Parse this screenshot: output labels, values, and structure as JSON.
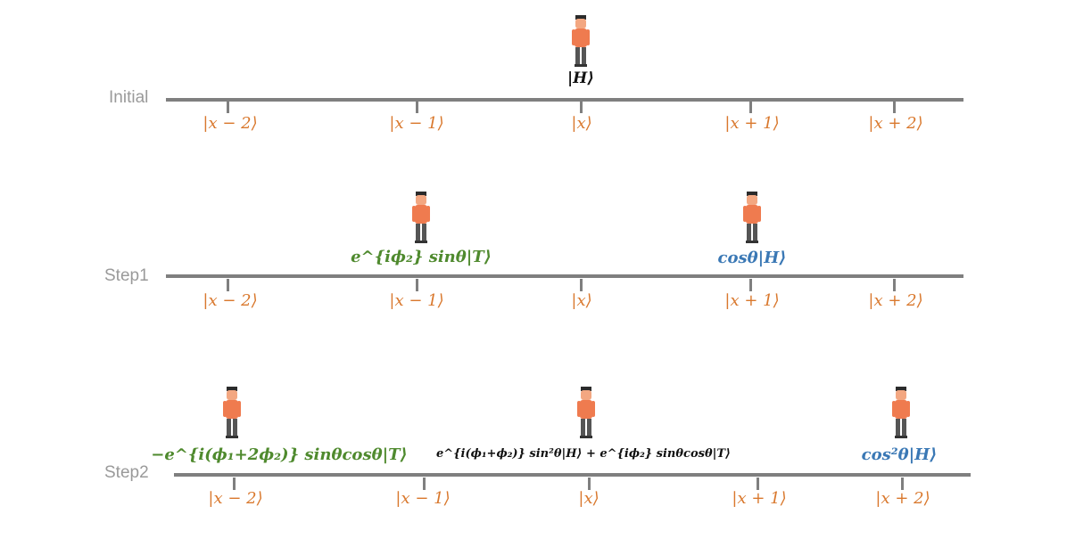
{
  "rows": [
    {
      "label": "Initial",
      "kets": [
        "|x − 2⟩",
        "|x − 1⟩",
        "|x⟩",
        "|x + 1⟩",
        "|x + 2⟩"
      ],
      "amplitudes": [
        {
          "text": "|H⟩",
          "color": "#111111",
          "icon": "walker-icon"
        }
      ]
    },
    {
      "label": "Step1",
      "kets": [
        "|x − 2⟩",
        "|x − 1⟩",
        "|x⟩",
        "|x + 1⟩",
        "|x + 2⟩"
      ],
      "amplitudes": [
        {
          "text": "e^{iϕ₂} sinθ|T⟩",
          "color": "#4f8a2e",
          "icon": "walker-icon"
        },
        {
          "text": "cosθ|H⟩",
          "color": "#3a78b5",
          "icon": "walker-icon"
        }
      ]
    },
    {
      "label": "Step2",
      "kets": [
        "|x − 2⟩",
        "|x − 1⟩",
        "|x⟩",
        "|x + 1⟩",
        "|x + 2⟩"
      ],
      "amplitudes": [
        {
          "text": "−e^{i(ϕ₁+2ϕ₂)} sinθcosθ|T⟩",
          "color": "#4f8a2e",
          "icon": "walker-icon"
        },
        {
          "text": "e^{i(ϕ₁+ϕ₂)} sin²θ|H⟩ + e^{iϕ₂} sinθcosθ|T⟩",
          "color": "#111111",
          "icon": "walker-icon"
        },
        {
          "text": "cos²θ|H⟩",
          "color": "#3a78b5",
          "icon": "walker-icon"
        }
      ]
    }
  ]
}
